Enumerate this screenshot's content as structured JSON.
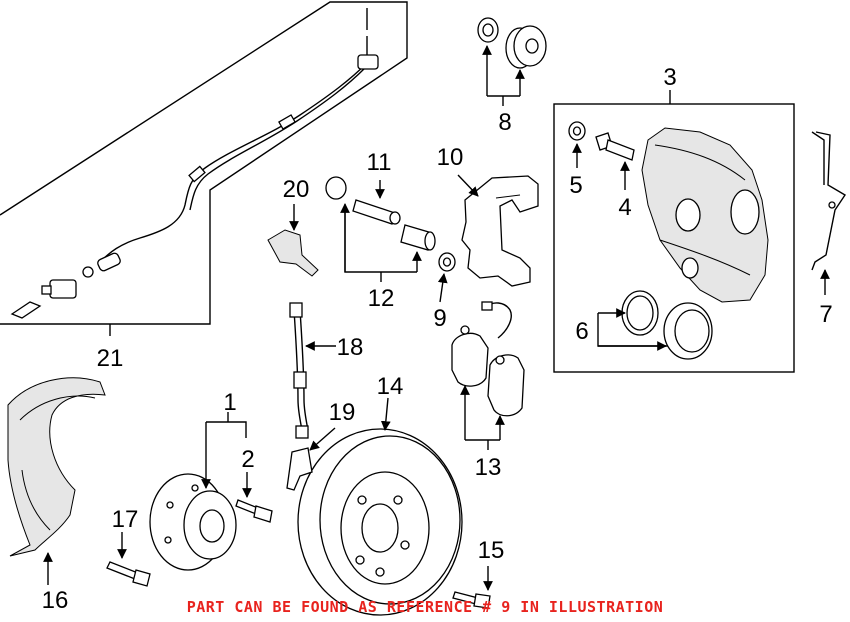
{
  "callouts": [
    {
      "id": "c1",
      "label": "1"
    },
    {
      "id": "c2",
      "label": "2"
    },
    {
      "id": "c3",
      "label": "3"
    },
    {
      "id": "c4",
      "label": "4"
    },
    {
      "id": "c5",
      "label": "5"
    },
    {
      "id": "c6",
      "label": "6"
    },
    {
      "id": "c7",
      "label": "7"
    },
    {
      "id": "c8",
      "label": "8"
    },
    {
      "id": "c9",
      "label": "9"
    },
    {
      "id": "c10",
      "label": "10"
    },
    {
      "id": "c11",
      "label": "11"
    },
    {
      "id": "c12",
      "label": "12"
    },
    {
      "id": "c13",
      "label": "13"
    },
    {
      "id": "c14",
      "label": "14"
    },
    {
      "id": "c15",
      "label": "15"
    },
    {
      "id": "c16",
      "label": "16"
    },
    {
      "id": "c17",
      "label": "17"
    },
    {
      "id": "c18",
      "label": "18"
    },
    {
      "id": "c19",
      "label": "19"
    },
    {
      "id": "c20",
      "label": "20"
    },
    {
      "id": "c21",
      "label": "21"
    }
  ],
  "footer_note": "PART CAN BE FOUND AS REFERENCE # 9 IN ILLUSTRATION",
  "colors": {
    "note": "#e8231e",
    "line": "#000000",
    "background": "#ffffff"
  }
}
